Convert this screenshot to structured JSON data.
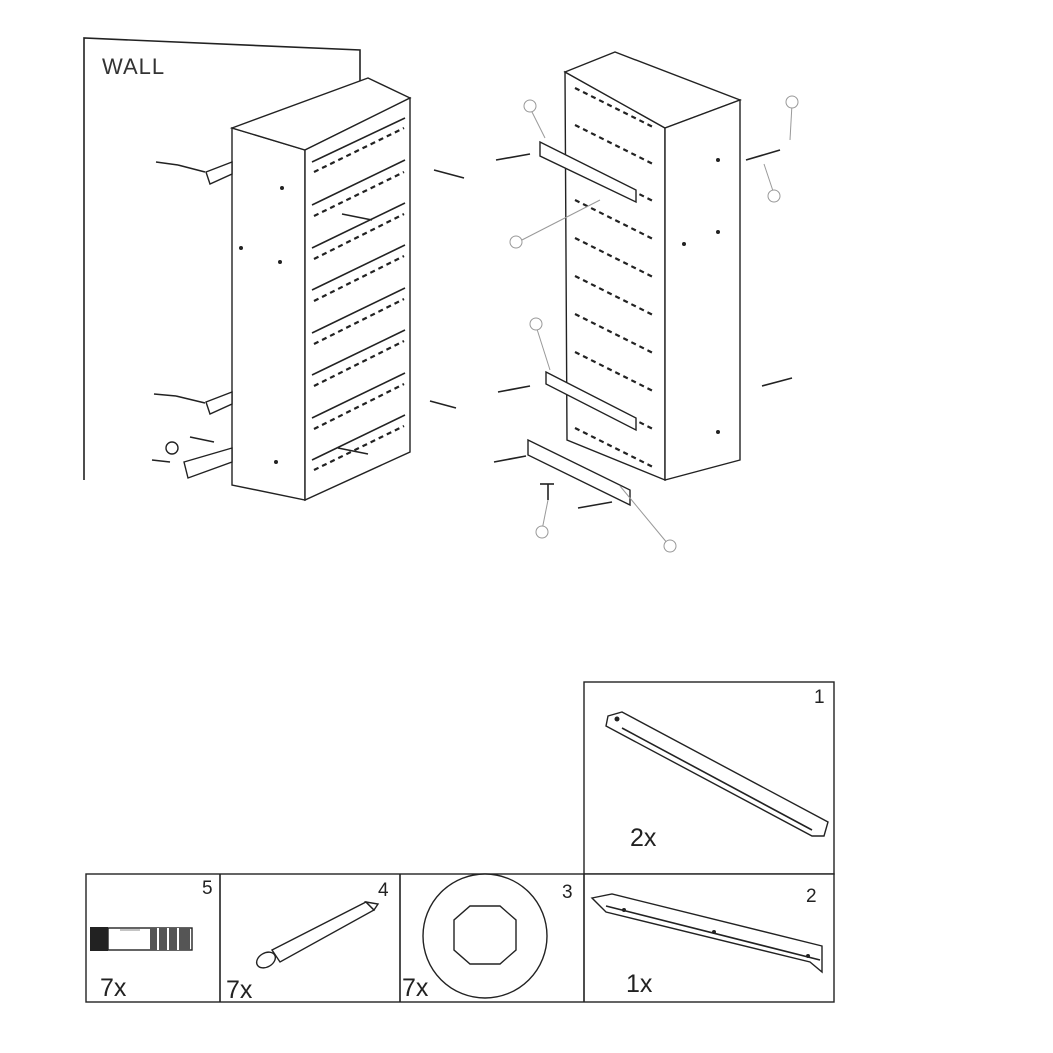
{
  "wall_label": "WALL",
  "parts": [
    {
      "number": "1",
      "quantity": "2x",
      "name": "long-rail"
    },
    {
      "number": "2",
      "quantity": "1x",
      "name": "short-rail"
    },
    {
      "number": "3",
      "quantity": "7x",
      "name": "washer"
    },
    {
      "number": "4",
      "quantity": "7x",
      "name": "screw"
    },
    {
      "number": "5",
      "quantity": "7x",
      "name": "wall-plug"
    }
  ]
}
